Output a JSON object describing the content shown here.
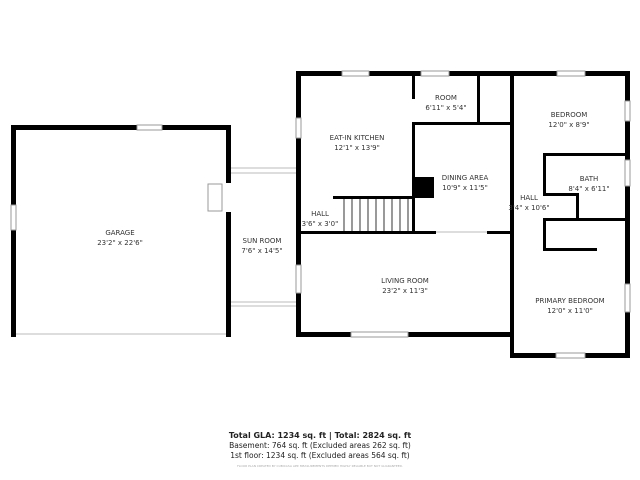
{
  "rooms": {
    "garage": {
      "name": "GARAGE",
      "dims": "23'2\" x 22'6\""
    },
    "sun_room": {
      "name": "SUN ROOM",
      "dims": "7'6\" x 14'5\""
    },
    "eat_in_kitchen": {
      "name": "EAT-IN KITCHEN",
      "dims": "12'1\" x 13'9\""
    },
    "room": {
      "name": "ROOM",
      "dims": "6'11\" x 5'4\""
    },
    "dining_area": {
      "name": "DINING AREA",
      "dims": "10'9\" x 11'5\""
    },
    "hall_small": {
      "name": "HALL",
      "dims": "3'6\" x 3'0\""
    },
    "living_room": {
      "name": "LIVING ROOM",
      "dims": "23'2\" x 11'3\""
    },
    "bedroom": {
      "name": "BEDROOM",
      "dims": "12'0\" x 8'9\""
    },
    "bath": {
      "name": "BATH",
      "dims": "8'4\" x 6'11\""
    },
    "hall": {
      "name": "HALL",
      "dims": "3'4\" x 10'6\""
    },
    "primary_bedroom": {
      "name": "PRIMARY BEDROOM",
      "dims": "12'0\" x 11'0\""
    }
  },
  "summary": {
    "total": "Total GLA: 1234 sq. ft | Total: 2824 sq. ft",
    "basement": "Basement: 764 sq. ft (Excluded areas 262 sq. ft)",
    "first_floor": "1st floor: 1234 sq. ft (Excluded areas 564 sq. ft)",
    "disclaimer": "FLOOR PLAN CREATED BY CUBICASA APP. MEASUREMENTS DEEMED HIGHLY RELIABLE BUT NOT GUARANTEED."
  },
  "colors": {
    "wall": "#000000",
    "window": "#cccccc",
    "text": "#333333"
  }
}
